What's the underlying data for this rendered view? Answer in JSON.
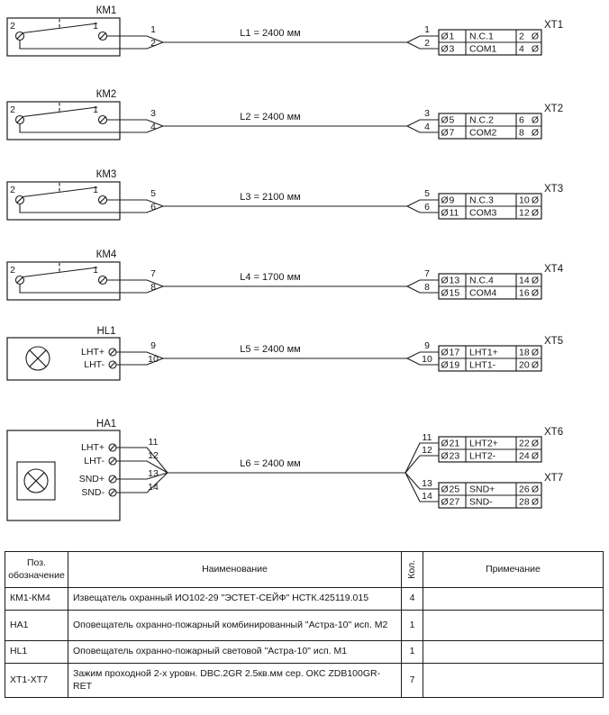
{
  "colors": {
    "ink": "#1c1c1c",
    "background": "#ffffff"
  },
  "sym": {
    "term": "Ø"
  },
  "devices": {
    "km1": {
      "label": "КМ1",
      "pin_left": "2",
      "pin_right": "1"
    },
    "km2": {
      "label": "КМ2",
      "pin_left": "2",
      "pin_right": "1"
    },
    "km3": {
      "label": "КМ3",
      "pin_left": "2",
      "pin_right": "1"
    },
    "km4": {
      "label": "КМ4",
      "pin_left": "2",
      "pin_right": "1"
    },
    "hl1": {
      "label": "HL1",
      "p1": "LHT+",
      "p2": "LHT-"
    },
    "ha1": {
      "label": "НА1",
      "p1": "LHT+",
      "p2": "LHT-",
      "p3": "SND+",
      "p4": "SND-"
    }
  },
  "cables": {
    "l1": {
      "label": "L1 = 2400 мм",
      "w1": "1",
      "w2": "2"
    },
    "l2": {
      "label": "L2 = 2400 мм",
      "w1": "3",
      "w2": "4"
    },
    "l3": {
      "label": "L3 = 2100 мм",
      "w1": "5",
      "w2": "6"
    },
    "l4": {
      "label": "L4 = 1700 мм",
      "w1": "7",
      "w2": "8"
    },
    "l5": {
      "label": "L5 = 2400 мм",
      "w1": "9",
      "w2": "10"
    },
    "l6": {
      "label": "L6 = 2400 мм",
      "w1": "11",
      "w2": "12",
      "w3": "13",
      "w4": "14"
    }
  },
  "terminals": {
    "xt1": {
      "label": "XT1",
      "r1l": "1",
      "r1n": "N.C.1",
      "r1r": "2",
      "r2l": "3",
      "r2n": "COM1",
      "r2r": "4"
    },
    "xt2": {
      "label": "XT2",
      "r1l": "5",
      "r1n": "N.C.2",
      "r1r": "6",
      "r2l": "7",
      "r2n": "COM2",
      "r2r": "8"
    },
    "xt3": {
      "label": "XT3",
      "r1l": "9",
      "r1n": "N.C.3",
      "r1r": "10",
      "r2l": "11",
      "r2n": "COM3",
      "r2r": "12"
    },
    "xt4": {
      "label": "XT4",
      "r1l": "13",
      "r1n": "N.C.4",
      "r1r": "14",
      "r2l": "15",
      "r2n": "COM4",
      "r2r": "16"
    },
    "xt5": {
      "label": "XT5",
      "r1l": "17",
      "r1n": "LHT1+",
      "r1r": "18",
      "r2l": "19",
      "r2n": "LHT1-",
      "r2r": "20"
    },
    "xt6": {
      "label": "XT6",
      "r1l": "21",
      "r1n": "LHT2+",
      "r1r": "22",
      "r2l": "23",
      "r2n": "LHT2-",
      "r2r": "24"
    },
    "xt7": {
      "label": "XT7",
      "r1l": "25",
      "r1n": "SND+",
      "r1r": "26",
      "r2l": "27",
      "r2n": "SND-",
      "r2r": "28"
    }
  },
  "spec_table": {
    "header": {
      "pos_line1": "Поз.",
      "pos_line2": "обозначение",
      "name": "Наименование",
      "qty": "Кол.",
      "note": "Примечание"
    },
    "rows": [
      {
        "pos": "КМ1-КМ4",
        "name": "Извещатель охранный  ИО102-29 \"ЭСТЕТ-СЕЙФ\" НСТК.425119.015",
        "qty": "4",
        "note": ""
      },
      {
        "pos": "НА1",
        "name": "Оповещатель охранно-пожарный комбинированный \"Астра-10\" исп. М2",
        "qty": "1",
        "note": ""
      },
      {
        "pos": "HL1",
        "name": "Оповещатель охранно-пожарный световой \"Астра-10\" исп. М1",
        "qty": "1",
        "note": ""
      },
      {
        "pos": "ХТ1-ХТ7",
        "name": "Зажим проходной 2-х уровн. DBC.2GR 2.5кв.мм сер. ОКС ZDB100GR-RET",
        "qty": "7",
        "note": ""
      }
    ]
  }
}
